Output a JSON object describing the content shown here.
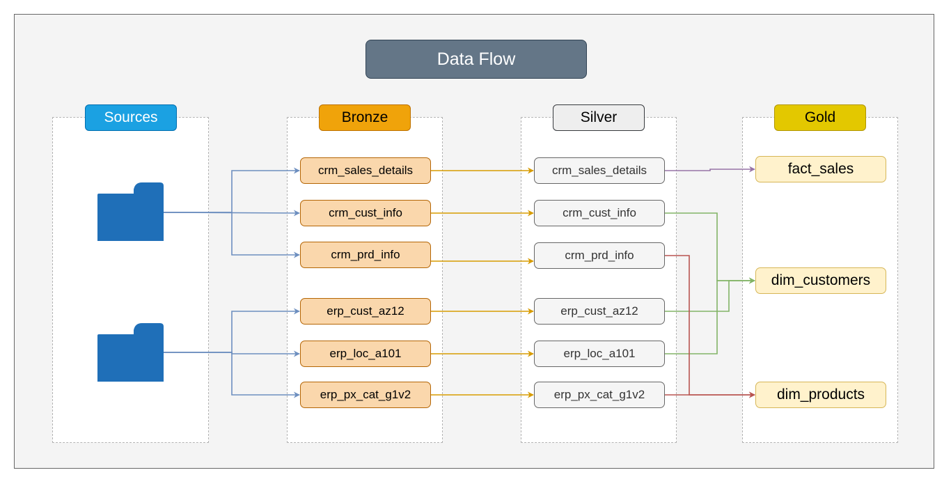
{
  "title": "Data Flow",
  "lanes": {
    "sources": {
      "label": "Sources",
      "color": "#1ba1e2"
    },
    "bronze": {
      "label": "Bronze",
      "color": "#f0a30a"
    },
    "silver": {
      "label": "Silver",
      "color": "#eeeeee"
    },
    "gold": {
      "label": "Gold",
      "color": "#e3c800"
    }
  },
  "icons": [
    "folder-icon",
    "folder-icon"
  ],
  "bronze_nodes": [
    "crm_sales_details",
    "crm_cust_info",
    "crm_prd_info",
    "erp_cust_az12",
    "erp_loc_a101",
    "erp_px_cat_g1v2"
  ],
  "silver_nodes": [
    "crm_sales_details",
    "crm_cust_info",
    "crm_prd_info",
    "erp_cust_az12",
    "erp_loc_a101",
    "erp_px_cat_g1v2"
  ],
  "gold_nodes": [
    "fact_sales",
    "dim_customers",
    "dim_products"
  ],
  "edges": [
    {
      "from": "source-crm",
      "to": "bronze-crm_sales_details",
      "color": "#6c8ebf"
    },
    {
      "from": "source-crm",
      "to": "bronze-crm_cust_info",
      "color": "#6c8ebf"
    },
    {
      "from": "source-crm",
      "to": "bronze-crm_prd_info",
      "color": "#6c8ebf"
    },
    {
      "from": "source-erp",
      "to": "bronze-erp_cust_az12",
      "color": "#6c8ebf"
    },
    {
      "from": "source-erp",
      "to": "bronze-erp_loc_a101",
      "color": "#6c8ebf"
    },
    {
      "from": "source-erp",
      "to": "bronze-erp_px_cat_g1v2",
      "color": "#6c8ebf"
    },
    {
      "from": "bronze-crm_sales_details",
      "to": "silver-crm_sales_details",
      "color": "#d79b00"
    },
    {
      "from": "bronze-crm_cust_info",
      "to": "silver-crm_cust_info",
      "color": "#d79b00"
    },
    {
      "from": "bronze-crm_prd_info",
      "to": "silver-crm_prd_info",
      "color": "#d79b00"
    },
    {
      "from": "bronze-erp_cust_az12",
      "to": "silver-erp_cust_az12",
      "color": "#d79b00"
    },
    {
      "from": "bronze-erp_loc_a101",
      "to": "silver-erp_loc_a101",
      "color": "#d79b00"
    },
    {
      "from": "bronze-erp_px_cat_g1v2",
      "to": "silver-erp_px_cat_g1v2",
      "color": "#d79b00"
    },
    {
      "from": "silver-crm_sales_details",
      "to": "gold-fact_sales",
      "color": "#9673a6"
    },
    {
      "from": "silver-crm_cust_info",
      "to": "gold-dim_customers",
      "color": "#82b366"
    },
    {
      "from": "silver-erp_cust_az12",
      "to": "gold-dim_customers",
      "color": "#82b366"
    },
    {
      "from": "silver-erp_loc_a101",
      "to": "gold-dim_customers",
      "color": "#82b366"
    },
    {
      "from": "silver-crm_prd_info",
      "to": "gold-dim_products",
      "color": "#b85450"
    },
    {
      "from": "silver-erp_px_cat_g1v2",
      "to": "gold-dim_products",
      "color": "#b85450"
    }
  ]
}
